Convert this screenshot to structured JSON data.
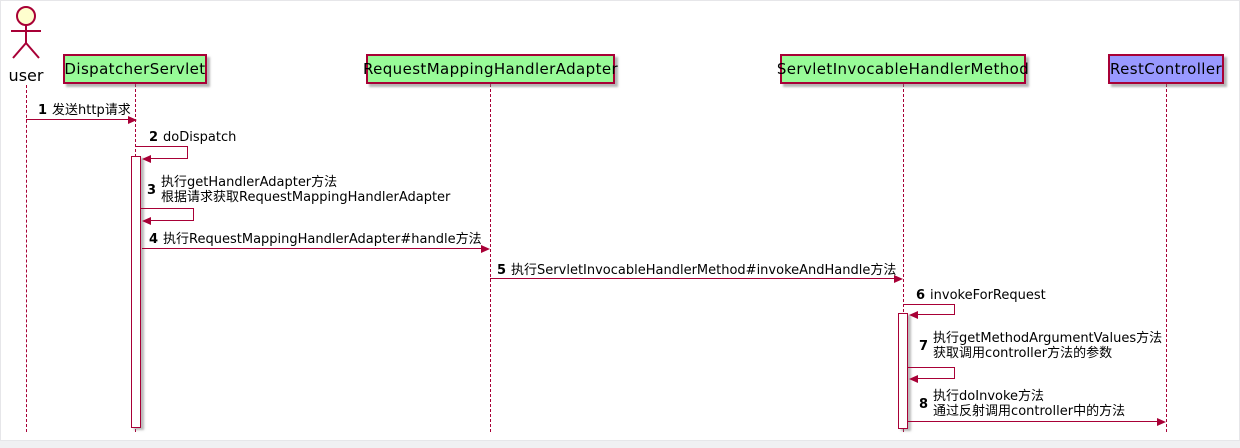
{
  "diagram_type": "uml-sequence",
  "participants": {
    "user": {
      "label": "user",
      "kind": "actor"
    },
    "dispatcher": {
      "label": "DispatcherServlet",
      "kind": "participant",
      "fill": "#98FB98"
    },
    "adapter": {
      "label": "RequestMappingHandlerAdapter",
      "kind": "participant",
      "fill": "#98FB98"
    },
    "invoker": {
      "label": "ServletInvocableHandlerMethod",
      "kind": "participant",
      "fill": "#98FB98"
    },
    "controller": {
      "label": "RestController",
      "kind": "participant",
      "fill": "#9999FF"
    }
  },
  "messages": {
    "m1": {
      "num": "1",
      "text": "发送http请求",
      "from": "user",
      "to": "DispatcherServlet"
    },
    "m2": {
      "num": "2",
      "text": "doDispatch",
      "from": "DispatcherServlet",
      "to": "DispatcherServlet"
    },
    "m3": {
      "num": "3",
      "line1": "执行getHandlerAdapter方法",
      "line2": "根据请求获取RequestMappingHandlerAdapter",
      "from": "DispatcherServlet",
      "to": "DispatcherServlet"
    },
    "m4": {
      "num": "4",
      "text": "执行RequestMappingHandlerAdapter#handle方法",
      "from": "DispatcherServlet",
      "to": "RequestMappingHandlerAdapter"
    },
    "m5": {
      "num": "5",
      "text": "执行ServletInvocableHandlerMethod#invokeAndHandle方法",
      "from": "RequestMappingHandlerAdapter",
      "to": "ServletInvocableHandlerMethod"
    },
    "m6": {
      "num": "6",
      "text": "invokeForRequest",
      "from": "ServletInvocableHandlerMethod",
      "to": "ServletInvocableHandlerMethod"
    },
    "m7": {
      "num": "7",
      "line1": "执行getMethodArgumentValues方法",
      "line2": "获取调用controller方法的参数",
      "from": "ServletInvocableHandlerMethod",
      "to": "ServletInvocableHandlerMethod"
    },
    "m8": {
      "num": "8",
      "line1": "执行doInvoke方法",
      "line2": "通过反射调用controller中的方法",
      "from": "ServletInvocableHandlerMethod",
      "to": "RestController"
    }
  },
  "colors": {
    "line": "#A80036",
    "participant_fill": "#98FB98",
    "controller_fill": "#9999FF",
    "actor_head_fill": "#FEFECE",
    "text": "#000000",
    "background": "#FFFFFF"
  }
}
